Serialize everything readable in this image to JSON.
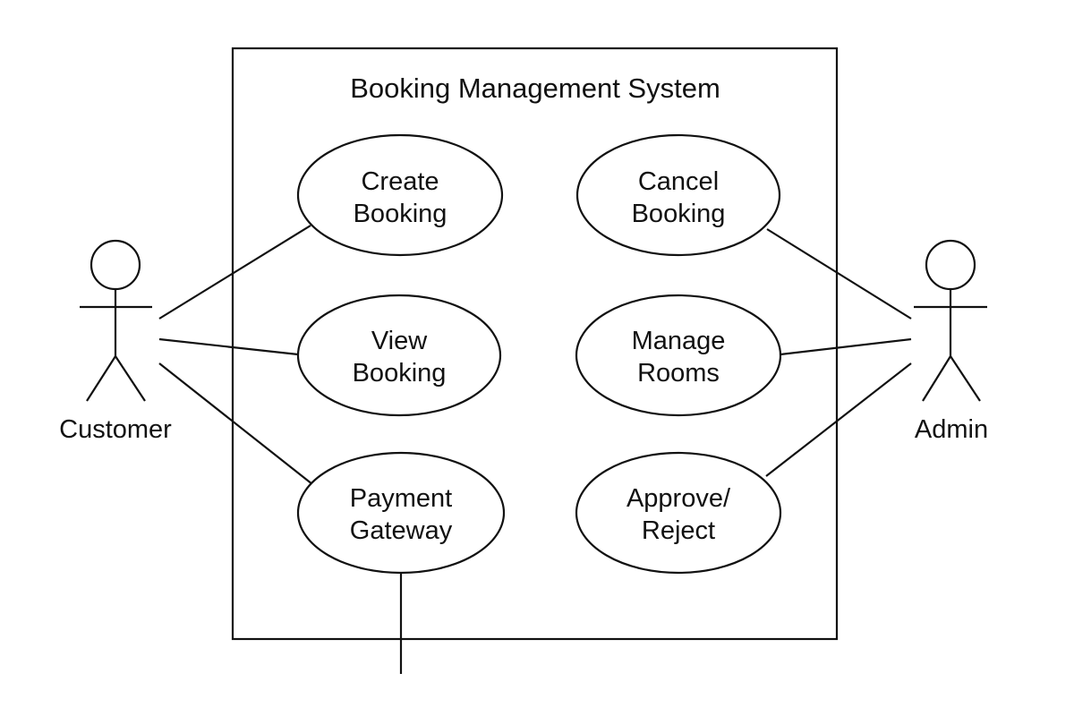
{
  "system": {
    "title": "Booking Management System"
  },
  "actors": {
    "customer": {
      "label": "Customer"
    },
    "admin": {
      "label": "Admin"
    }
  },
  "use_cases": {
    "create_booking": {
      "line1": "Create",
      "line2": "Booking"
    },
    "view_booking": {
      "line1": "View",
      "line2": "Booking"
    },
    "payment_gateway": {
      "line1": "Payment",
      "line2": "Gateway"
    },
    "cancel_booking": {
      "line1": "Cancel",
      "line2": "Booking"
    },
    "manage_rooms": {
      "line1": "Manage",
      "line2": "Rooms"
    },
    "approve_reject": {
      "line1": "Approve/",
      "line2": "Reject"
    }
  }
}
